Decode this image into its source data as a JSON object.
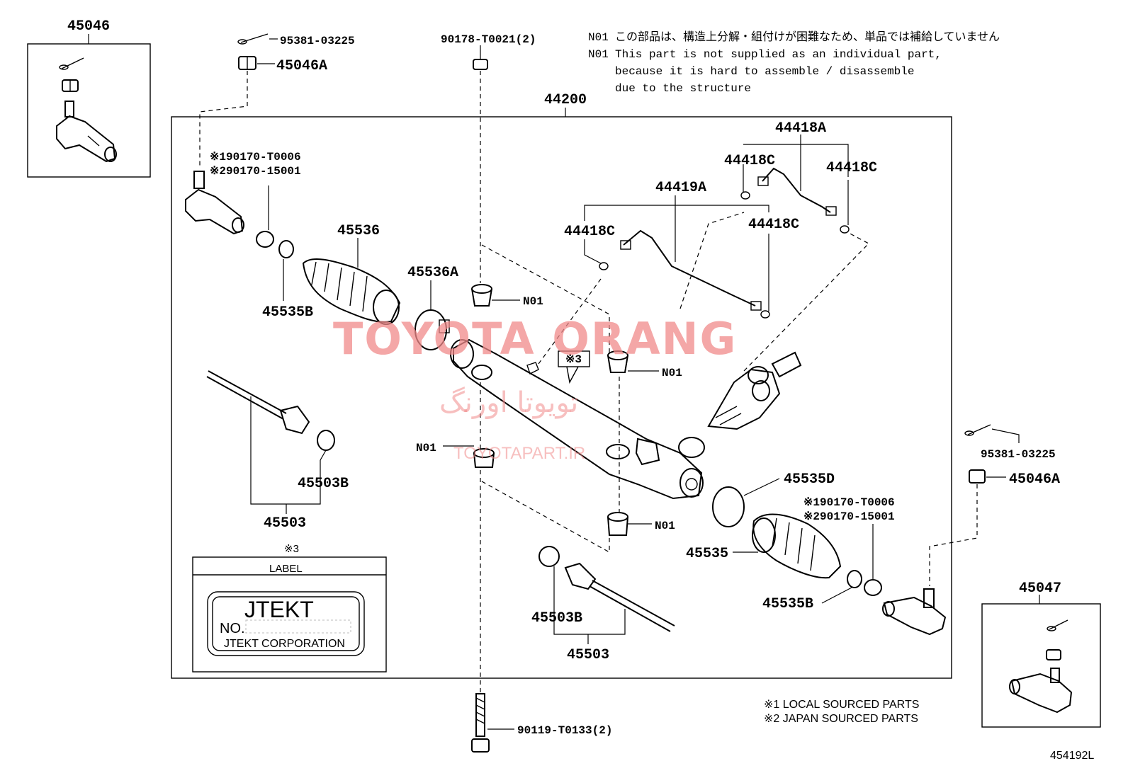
{
  "diagram_id": "454192L",
  "notes": {
    "n01_code": "N01",
    "n01_jp": "この部品は、構造上分解・組付けが困難なため、単品では補給していません",
    "n01_en_1": "This part is not supplied as an individual part,",
    "n01_en_2": "because it is hard to assemble / disassemble",
    "n01_en_3": "due to the structure"
  },
  "legend": {
    "line1": "※1 LOCAL SOURCED PARTS",
    "line2": "※2 JAPAN SOURCED PARTS"
  },
  "label_box": {
    "ref": "※3",
    "heading": "LABEL",
    "brand": "JTEKT",
    "no_prefix": "NO.",
    "corporation": "JTEKT CORPORATION"
  },
  "callouts": {
    "p45046": "45046",
    "p45047": "45047",
    "p44200": "44200",
    "p95381_top": "95381-03225",
    "p45046A_top": "45046A",
    "p90178": "90178-T0021(2)",
    "p190170_left": "※190170-T0006",
    "p290170_left": "※290170-15001",
    "p45536": "45536",
    "p45535B_left": "45535B",
    "p45536A": "45536A",
    "n01_a": "N01",
    "n01_b": "N01",
    "n01_c": "N01",
    "n01_d": "N01",
    "ref3": "※3",
    "p44418A": "44418A",
    "p44418C_a": "44418C",
    "p44418C_b": "44418C",
    "p44418C_c": "44418C",
    "p44418C_d": "44418C",
    "p44419A": "44419A",
    "p45503B_left": "45503B",
    "p45503_left": "45503",
    "p95381_right": "95381-03225",
    "p45046A_right": "45046A",
    "p45535D": "45535D",
    "p190170_right": "※190170-T0006",
    "p290170_right": "※290170-15001",
    "p45535": "45535",
    "p45535B_right": "45535B",
    "p45503B_right": "45503B",
    "p45503_right": "45503",
    "p90119": "90119-T0133(2)"
  },
  "watermark": {
    "brand": "TOYOTA ORANG",
    "arabic": "تویوتا اورنگ",
    "url": "TOYOTAPART.IR"
  }
}
